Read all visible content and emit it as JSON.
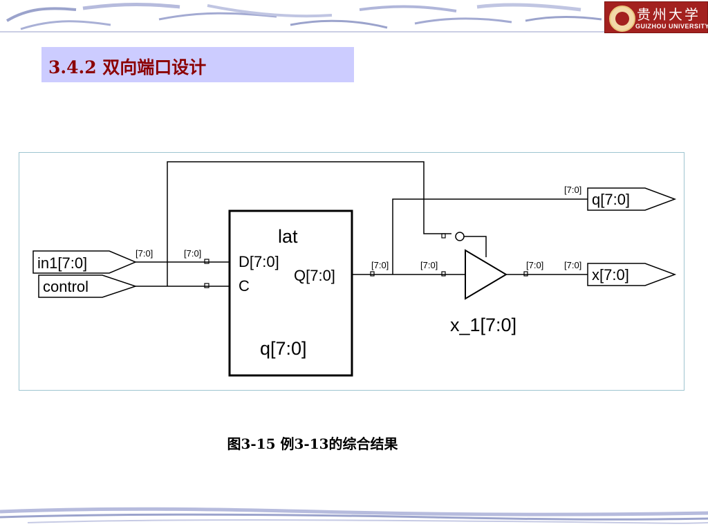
{
  "header": {
    "logo": {
      "chinese": "贵州大学",
      "english": "GUIZHOU UNIVERSITY"
    }
  },
  "slide": {
    "title": "3.4.2  双向端口设计",
    "caption": "图3-15  例3-13的综合结果"
  },
  "schematic": {
    "inputs": [
      "in1[7:0]",
      "control"
    ],
    "outputs": [
      "q[7:0]",
      "x[7:0]"
    ],
    "latch": {
      "type": "lat",
      "name": "q[7:0]",
      "pin_d": "D[7:0]",
      "pin_c": "C",
      "pin_q": "Q[7:0]"
    },
    "buffer": {
      "name": "x_1[7:0]"
    },
    "bus_label": "[7:0]"
  },
  "colors": {
    "title_fill": "#ccccff",
    "title_text": "#8b0000",
    "frame_border": "#9dc4d0",
    "logo_bg": "#a3211f"
  }
}
